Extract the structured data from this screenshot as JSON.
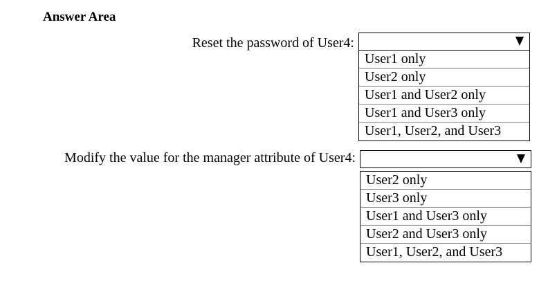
{
  "answer_area": {
    "title": "Answer Area"
  },
  "questions": [
    {
      "label": "Reset the password of User4:",
      "selected_value": "",
      "options": [
        "User1 only",
        "User2 only",
        "User1 and User2 only",
        "User1 and User3 only",
        "User1, User2, and User3"
      ]
    },
    {
      "label": "Modify the value for the manager attribute of User4:",
      "selected_value": "",
      "options": [
        "User2 only",
        "User3 only",
        "User1 and User3 only",
        "User2 and User3 only",
        "User1, User2, and User3"
      ]
    }
  ],
  "icons": {
    "dropdown_arrow": "triangle-down-icon"
  }
}
